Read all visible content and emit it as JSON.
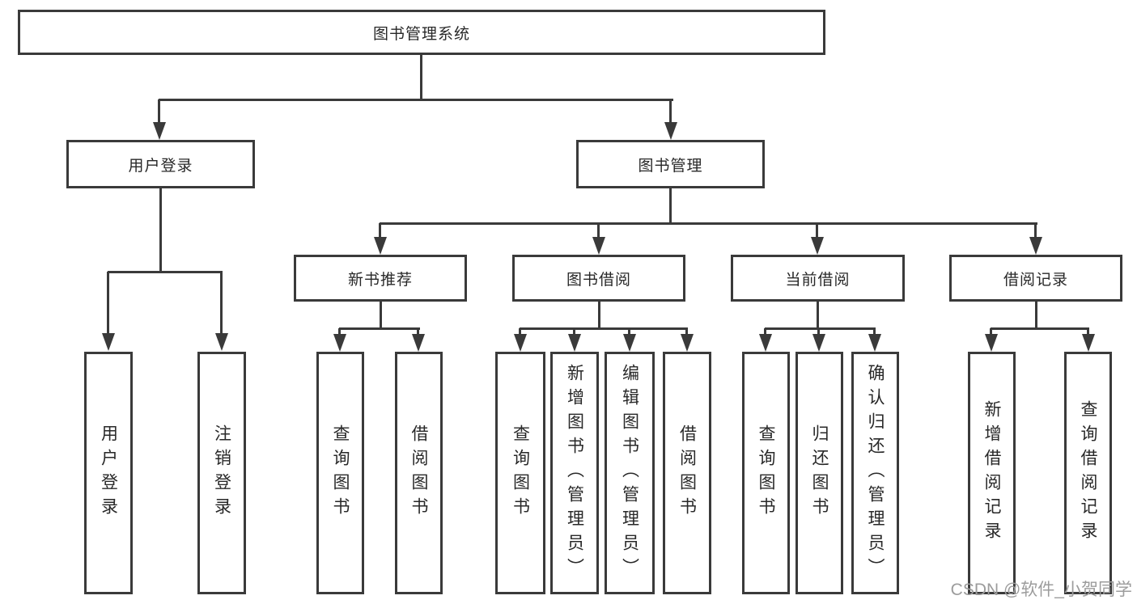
{
  "colors": {
    "line": "#3a3a3a",
    "text": "#282828",
    "watermark": "#9c9c9c",
    "bg": "#ffffff"
  },
  "diagram": {
    "title": "图书管理系统",
    "root": {
      "label": "图书管理系统"
    },
    "level2": {
      "user_login": {
        "label": "用户登录"
      },
      "book_mgmt": {
        "label": "图书管理"
      }
    },
    "level3": {
      "new_book": {
        "label": "新书推荐"
      },
      "borrow": {
        "label": "图书借阅"
      },
      "current": {
        "label": "当前借阅"
      },
      "records": {
        "label": "借阅记录"
      }
    },
    "leaves": {
      "user_login": {
        "login": "用户登录",
        "logout": "注销登录"
      },
      "new_book": {
        "query": "查询图书",
        "borrow": "借阅图书"
      },
      "borrow": {
        "query": "查询图书",
        "add": "新增图书（管理员）",
        "edit": "编辑图书（管理员）",
        "borrow": "借阅图书"
      },
      "current": {
        "query": "查询图书",
        "return": "归还图书",
        "confirm": "确认归还（管理员）"
      },
      "records": {
        "add": "新增借阅记录",
        "query": "查询借阅记录"
      }
    }
  },
  "watermark": "CSDN @软件_小贺同学"
}
